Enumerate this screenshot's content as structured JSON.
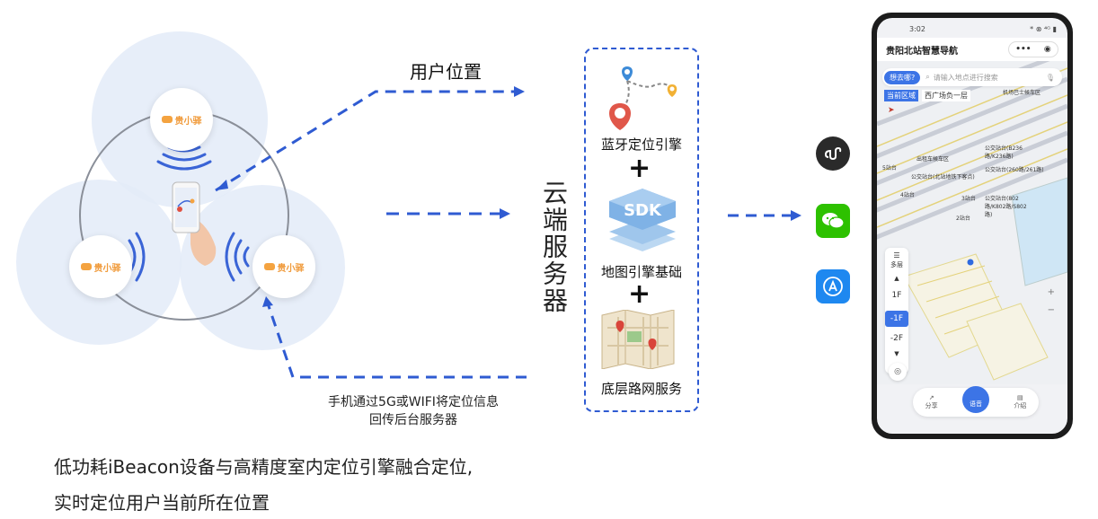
{
  "diagram": {
    "user_position_label": "用户位置",
    "phone_info_line1": "手机通过5G或WIFI将定位信息",
    "phone_info_line2": "回传后台服务器",
    "bottom_line1": "低功耗iBeacon设备与高精度室内定位引擎融合定位,",
    "bottom_line2": "实时定位用户当前所在位置",
    "beacon_brand": "贵小驿",
    "cloud_title": "云端服务器",
    "engines": [
      {
        "label": "蓝牙定位引擎",
        "icon": "map-pin-route-icon"
      },
      {
        "label": "地图引擎基础",
        "icon": "sdk-layers-icon"
      },
      {
        "label": "底层路网服务",
        "icon": "folded-map-icon"
      }
    ],
    "sdk_text": "SDK",
    "plus": "+",
    "colors": {
      "dashed_blue": "#2f5bd2",
      "circle_blue": "#e3ebf8",
      "beacon_orange": "#f4a340"
    }
  },
  "apps": [
    {
      "name": "mini-program-icon",
      "color": "#2a2a2a"
    },
    {
      "name": "wechat-icon",
      "color": "#2dc100"
    },
    {
      "name": "app-store-icon",
      "color": "#1e88f0"
    }
  ],
  "phone": {
    "time": "3:02",
    "status_icons": "* ⊗ ⁴ᴳ ▮",
    "title": "贵阳北站智慧导航",
    "menu_label": "•••",
    "target_label": "◉",
    "where_label": "想去哪?",
    "search_placeholder": "请输入地点进行搜索",
    "area_label": "当前区域",
    "area_value": "西广场负一层",
    "floors_label": "多层",
    "floors": [
      "1F",
      "-1F",
      "-2F"
    ],
    "active_floor": "-1F",
    "zoom_in": "+",
    "zoom_out": "−",
    "map_labels": {
      "taxi": "出租车候车区",
      "bus_b": "公交站台(B236路/K236路)",
      "bus_260": "公交站台(260路/261路)",
      "bus_north": "公交站台(北站地铁下客点)",
      "bus_802": "公交站台(802路/K802路/S802路)",
      "airport_bus": "机场巴士候车区",
      "p5": "5站台",
      "p4": "4站台",
      "p3": "3站台",
      "p2": "2站台"
    },
    "bottom": {
      "share": "分享",
      "voice": "语音",
      "intro": "介绍"
    }
  }
}
